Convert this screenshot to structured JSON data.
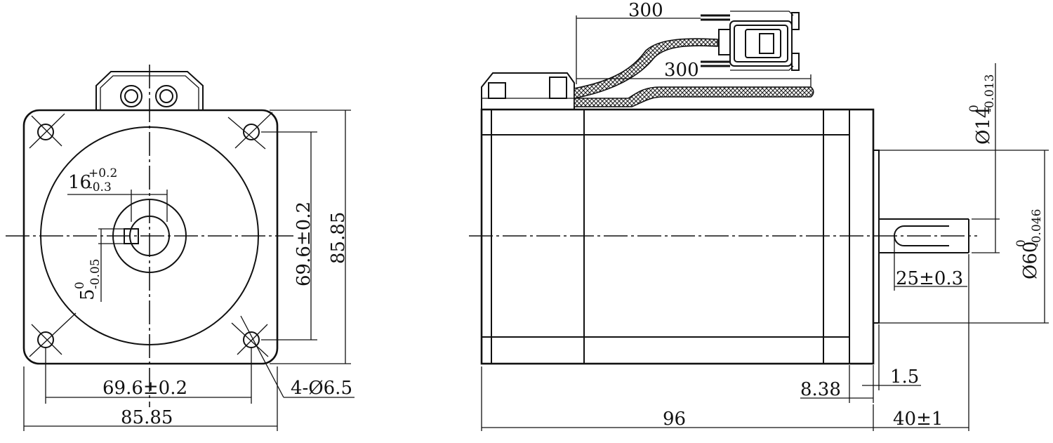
{
  "front_view": {
    "shaft_key_width": "16",
    "shaft_key_width_tol_upper": "+0.2",
    "shaft_key_width_tol_lower": "-0.3",
    "key_depth": "5",
    "key_depth_tol_upper": "0",
    "key_depth_tol_lower": "-0.05",
    "hole_spacing_vertical": "69.6±0.2",
    "height": "85.85",
    "hole_spacing_horizontal": "69.6±0.2",
    "width": "85.85",
    "mount_holes": "4-Ø6.5"
  },
  "side_view": {
    "cable_length_upper": "300",
    "cable_length_lower": "300",
    "shaft_diameter": "Ø14",
    "shaft_diameter_tol_upper": "0",
    "shaft_diameter_tol_lower": "-0.013",
    "pilot_diameter": "Ø60",
    "pilot_diameter_tol_upper": "0",
    "pilot_diameter_tol_lower": "-0.046",
    "key_length": "25±0.3",
    "flange_step": "1.5",
    "flange_thickness": "8.38",
    "body_length": "96",
    "shaft_length": "40±1"
  }
}
